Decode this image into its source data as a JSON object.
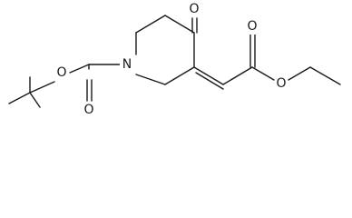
{
  "structure": {
    "atoms": {
      "ring_nitrogen": "N",
      "ketone_oxygen": "O",
      "carbamate_oxygen_single": "O",
      "carbamate_oxygen_double": "O",
      "ester_oxygen_double": "O",
      "ester_oxygen_single": "O"
    },
    "colors": {
      "bond": "#1a1a1a",
      "label": "#1a1a1a",
      "background": "#ffffff"
    }
  }
}
